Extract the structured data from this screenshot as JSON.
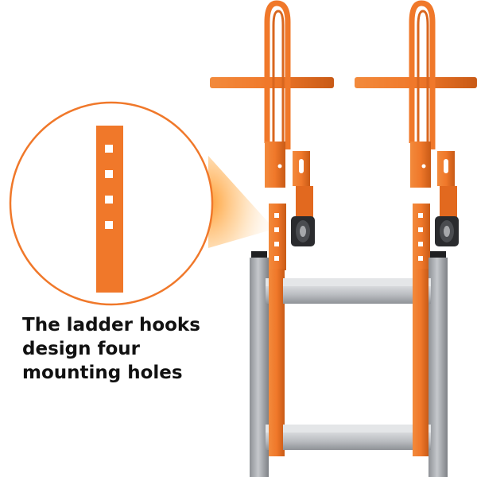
{
  "caption": {
    "lines": [
      "The ladder hooks",
      "design four",
      "mounting holes"
    ]
  },
  "colors": {
    "accent": "#f0782a",
    "accent_dark": "#c85a16",
    "steel": "#a9acb0",
    "steel_dark": "#7e8186",
    "text": "#111111",
    "background": "#ffffff"
  },
  "product_parts": {
    "hooks": 2,
    "wheels": 2,
    "mounting_holes_per_hook": 4
  }
}
